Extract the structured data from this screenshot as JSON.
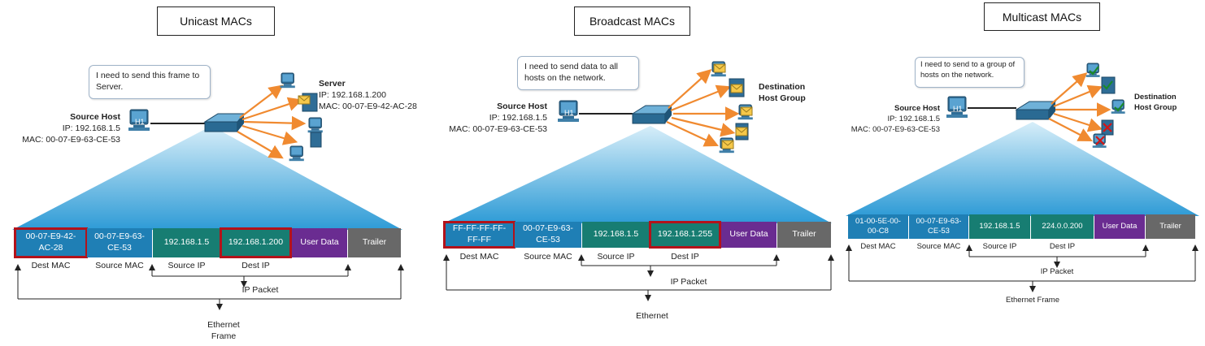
{
  "panels": [
    {
      "title": "Unicast MACs",
      "bubble": [
        "I need to send this frame to",
        "Server."
      ],
      "source_host": {
        "name": "Source Host",
        "ip": "IP: 192.168.1.5",
        "mac": "MAC: 00-07-E9-63-CE-53",
        "pc_label": "H1"
      },
      "destination": {
        "name": "Server",
        "ip": "IP: 192.168.1.200",
        "mac": "MAC: 00-07-E9-42-AC-28"
      },
      "frame": {
        "dest_mac": "00-07-E9-42-\nAC-28",
        "source_mac": "00-07-E9-63-\nCE-53",
        "source_ip": "192.168.1.5",
        "dest_ip": "192.168.1.200",
        "user_data": "User Data",
        "trailer": "Trailer"
      },
      "labels": {
        "dest_mac": "Dest MAC",
        "source_mac": "Source MAC",
        "source_ip": "Source IP",
        "dest_ip": "Dest IP",
        "ip_packet": "IP Packet",
        "ethernet_1": "Ethernet",
        "ethernet_2": "Frame"
      }
    },
    {
      "title": "Broadcast MACs",
      "bubble": [
        "I need to send data to all",
        "hosts on the network."
      ],
      "source_host": {
        "name": "Source Host",
        "ip": "IP: 192.168.1.5",
        "mac": "MAC: 00-07-E9-63-CE-53",
        "pc_label": "H1"
      },
      "destination": {
        "name_1": "Destination",
        "name_2": "Host Group"
      },
      "frame": {
        "dest_mac": "FF-FF-FF-FF-\nFF-FF",
        "source_mac": "00-07-E9-63-\nCE-53",
        "source_ip": "192.168.1.5",
        "dest_ip": "192.168.1.255",
        "user_data": "User Data",
        "trailer": "Trailer"
      },
      "labels": {
        "dest_mac": "Dest MAC",
        "source_mac": "Source MAC",
        "source_ip": "Source IP",
        "dest_ip": "Dest IP",
        "ip_packet": "IP Packet",
        "ethernet": "Ethernet"
      }
    },
    {
      "title": "Multicast MACs",
      "bubble": [
        "I need to send to a group of",
        "hosts on the network."
      ],
      "source_host": {
        "name": "Source Host",
        "ip": "IP: 192.168.1.5",
        "mac": "MAC: 00-07-E9-63-CE-53",
        "pc_label": "H1"
      },
      "destination": {
        "name_1": "Destination",
        "name_2": "Host Group"
      },
      "frame": {
        "dest_mac": "01-00-5E-00-\n00-C8",
        "source_mac": "00-07-E9-63-\nCE-53",
        "source_ip": "192.168.1.5",
        "dest_ip": "224.0.0.200",
        "user_data": "User Data",
        "trailer": "Trailer"
      },
      "labels": {
        "dest_mac": "Dest MAC",
        "source_mac": "Source MAC",
        "source_ip": "Source IP",
        "dest_ip": "Dest IP",
        "ip_packet": "IP Packet",
        "ethernet": "Ethernet Frame"
      }
    }
  ],
  "colors": {
    "mac_segment": "#1f7fb5",
    "ip_segment": "#177d72",
    "user_data": "#6a2c91",
    "trailer": "#686868",
    "highlight": "#b3121a",
    "arrow": "#f08a30",
    "fan_top": "#cfeaf8",
    "fan_bottom": "#2e9bd6"
  }
}
